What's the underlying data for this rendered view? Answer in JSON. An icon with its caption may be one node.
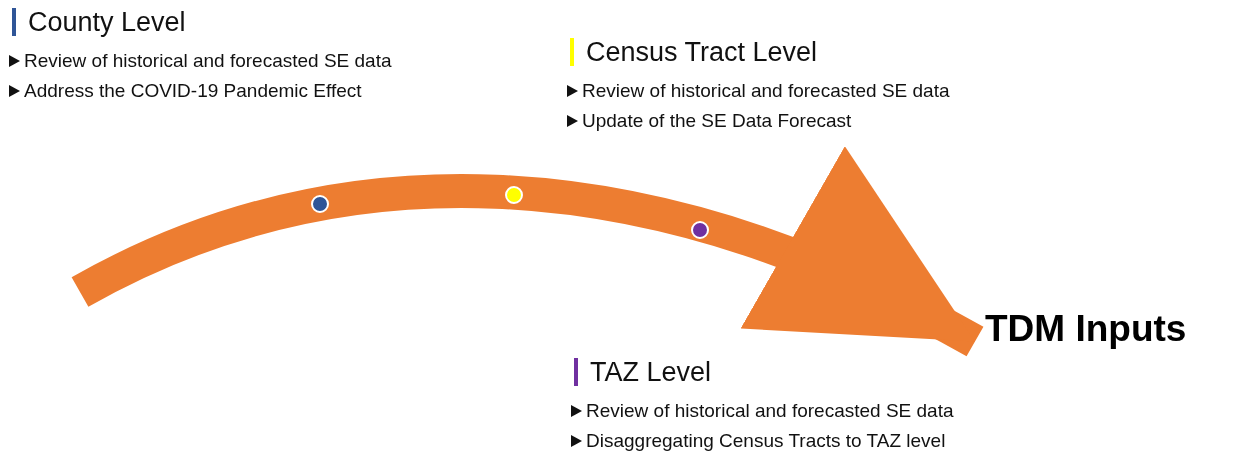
{
  "diagram": {
    "nodes": [
      {
        "text": [
          "County Level",
          "Review of historical and forecasted SE data",
          "Address the COVID-19 Pandemic Effect"
        ]
      },
      {
        "text": [
          "Census Tract Level",
          "Review of historical and forecasted SE data",
          "Update of the SE Data Forecast"
        ]
      },
      {
        "text": [
          "TAZ Level",
          "Review of historical and forecasted SE data",
          "Disaggregating Census Tracts to TAZ level"
        ]
      },
      {
        "text": [],
        "shape": "circle"
      },
      {
        "text": [],
        "shape": "circle"
      },
      {
        "text": [],
        "shape": "circle"
      },
      {
        "text": [
          "TDM Inputs"
        ]
      }
    ],
    "edges": [
      {
        "from": null,
        "to": 6,
        "arrow": "to"
      }
    ]
  }
}
